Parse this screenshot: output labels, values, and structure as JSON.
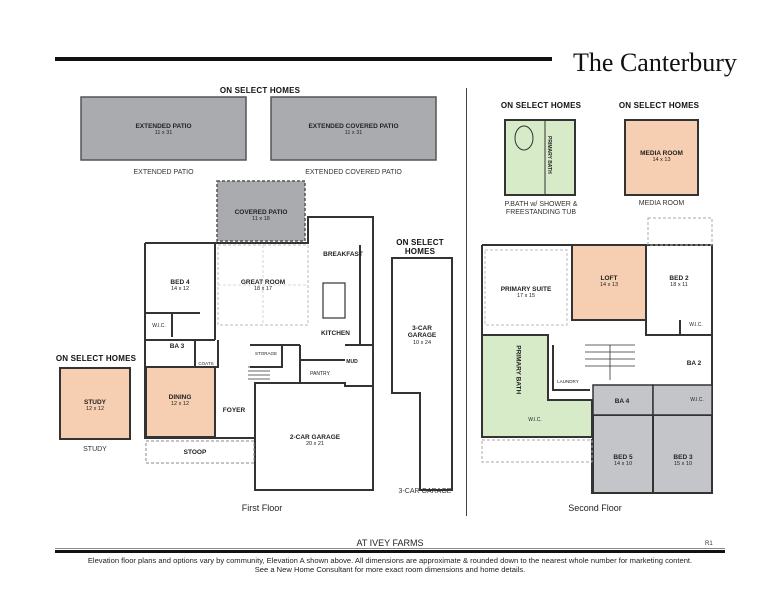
{
  "header": {
    "title": "The Canterbury"
  },
  "first_floor": {
    "label": "First Floor",
    "on_select_top": "ON SELECT HOMES",
    "on_select_left": "ON SELECT HOMES",
    "on_select_right": "ON SELECT HOMES",
    "extended_patio": {
      "name": "EXTENDED PATIO",
      "dims": "11 x 31",
      "caption": "EXTENDED PATIO"
    },
    "extended_covered_patio": {
      "name": "EXTENDED COVERED PATIO",
      "dims": "11 x 31",
      "caption": "EXTENDED COVERED PATIO"
    },
    "covered_patio": {
      "name": "COVERED PATIO",
      "dims": "11 x 18"
    },
    "great_room": {
      "name": "GREAT ROOM",
      "dims": "18 x 17"
    },
    "breakfast": {
      "name": "BREAKFAST"
    },
    "kitchen": {
      "name": "KITCHEN"
    },
    "bed4": {
      "name": "BED 4",
      "dims": "14 x 12"
    },
    "wic": {
      "name": "W.I.C."
    },
    "ba3": {
      "name": "BA 3"
    },
    "coats": {
      "name": "COATS"
    },
    "storage": {
      "name": "STORAGE"
    },
    "pantry": {
      "name": "PANTRY"
    },
    "mud": {
      "name": "MUD"
    },
    "dining": {
      "name": "DINING",
      "dims": "12 x 12"
    },
    "foyer": {
      "name": "FOYER"
    },
    "stoop": {
      "name": "STOOP"
    },
    "garage2": {
      "name": "2-CAR GARAGE",
      "dims": "20 x 21"
    },
    "garage3": {
      "name": "3-CAR GARAGE",
      "dims": "10 x 24",
      "caption": "3-CAR GARAGE"
    },
    "study": {
      "name": "STUDY",
      "dims": "12 x 12",
      "caption": "STUDY"
    }
  },
  "second_floor": {
    "label": "Second Floor",
    "on_select_bath": "ON SELECT HOMES",
    "on_select_media": "ON SELECT HOMES",
    "pbath_option": {
      "name": "PRIMARY BATH",
      "caption_line1": "P.BATH w/ SHOWER &",
      "caption_line2": "FREESTANDING TUB"
    },
    "media_room": {
      "name": "MEDIA ROOM",
      "dims": "14 x 13",
      "caption": "MEDIA ROOM"
    },
    "primary_suite": {
      "name": "PRIMARY SUITE",
      "dims": "17 x 15"
    },
    "loft": {
      "name": "LOFT",
      "dims": "14 x 13"
    },
    "bed2": {
      "name": "BED 2",
      "dims": "18 x 11"
    },
    "wic": {
      "name": "W.I.C."
    },
    "ba2": {
      "name": "BA 2"
    },
    "primary_bath": {
      "name": "PRIMARY BATH"
    },
    "laundry": {
      "name": "LAUNDRY"
    },
    "ba4": {
      "name": "BA 4"
    },
    "wic2": {
      "name": "W.I.C."
    },
    "wic3": {
      "name": "W.I.C."
    },
    "bed5": {
      "name": "BED 5",
      "dims": "14 x 10"
    },
    "bed3": {
      "name": "BED 3",
      "dims": "15 x 10"
    }
  },
  "footer": {
    "community": "AT IVEY FARMS",
    "code": "R1",
    "disclaimer_line1": "Elevation floor plans and options vary by community, Elevation A shown above. All dimensions are approximate & rounded down to the nearest whole number for marketing content.",
    "disclaimer_line2": "See a New Home Consultant for more exact room dimensions and home details."
  },
  "colors": {
    "patio_gray": "#a9abae",
    "optional_peach": "#f6cfb2",
    "bath_green": "#d7ebc9",
    "wall": "#333333",
    "bedroom_gray": "#c3c5c8"
  }
}
